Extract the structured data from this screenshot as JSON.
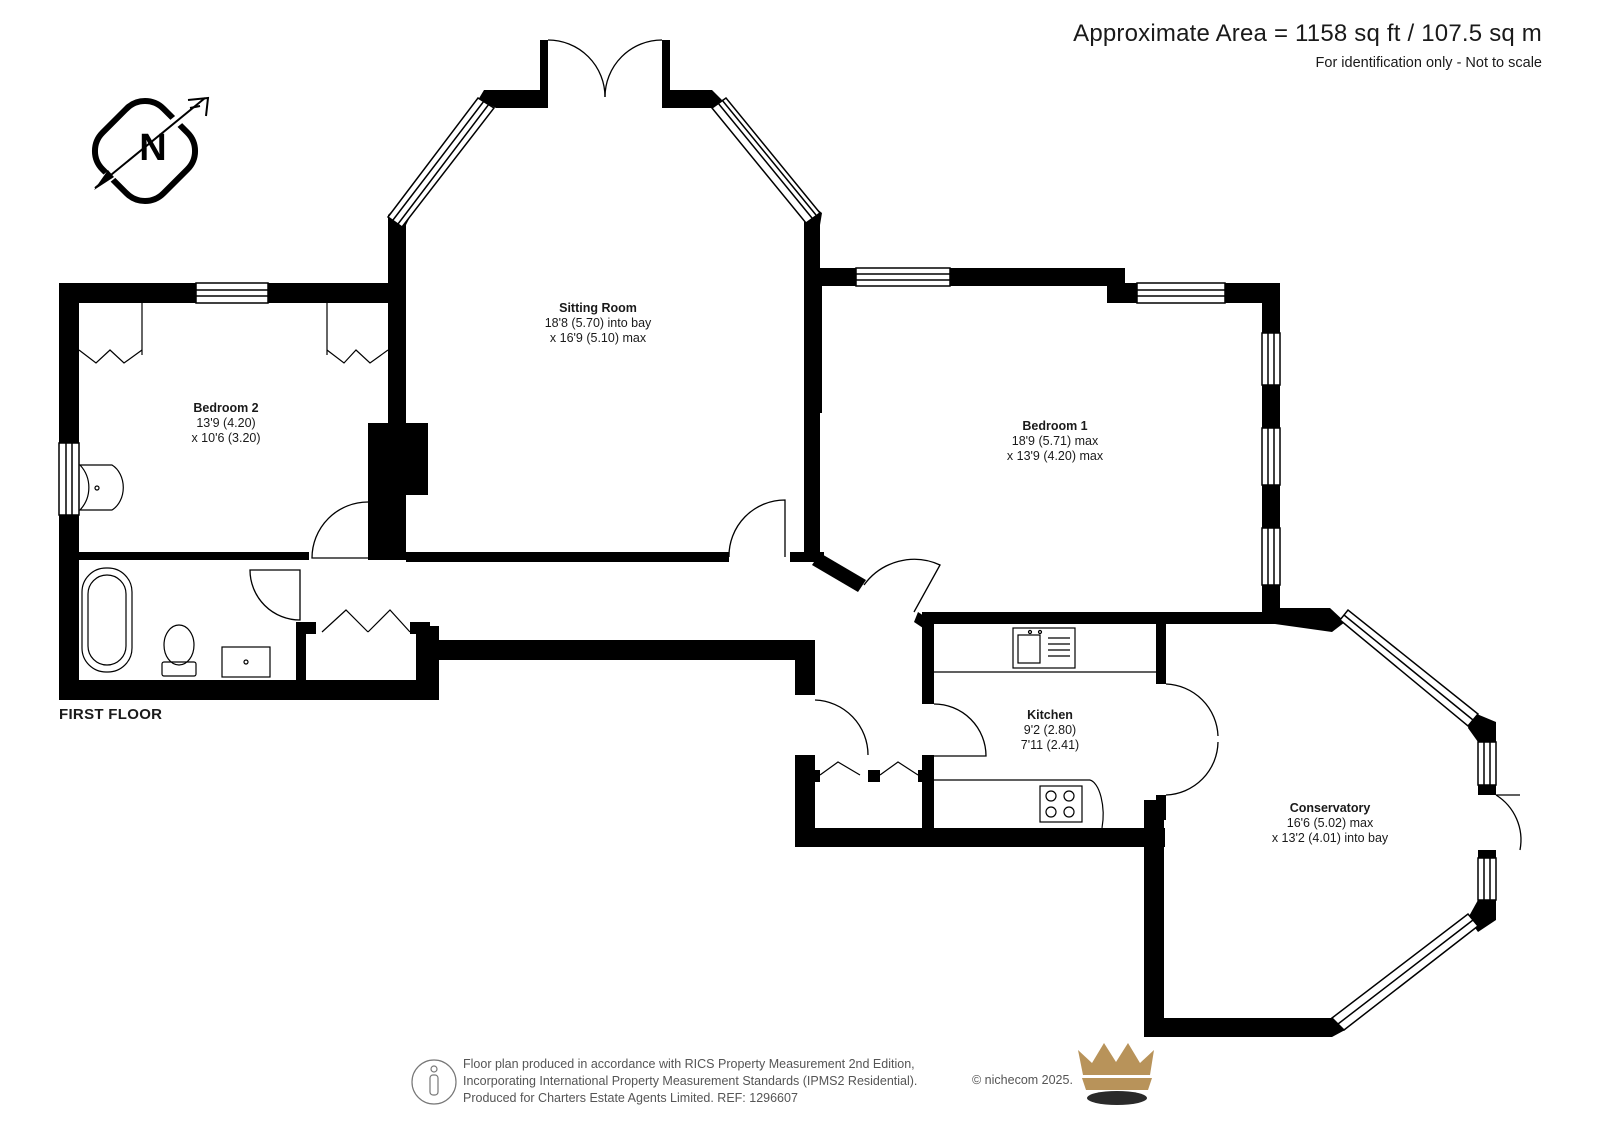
{
  "header": {
    "area": "Approximate Area = 1158 sq ft / 107.5 sq m",
    "note": "For identification only - Not to scale"
  },
  "compass": {
    "letter": "N",
    "icon": "north-arrow-icon"
  },
  "floor_label": "FIRST FLOOR",
  "rooms": {
    "sitting_room": {
      "name": "Sitting Room",
      "dim1": "18'8 (5.70) into bay",
      "dim2": "x 16'9 (5.10) max"
    },
    "bedroom_1": {
      "name": "Bedroom 1",
      "dim1": "18'9 (5.71) max",
      "dim2": "x 13'9 (4.20) max"
    },
    "bedroom_2": {
      "name": "Bedroom 2",
      "dim1": "13'9 (4.20)",
      "dim2": "x 10'6 (3.20)"
    },
    "kitchen": {
      "name": "Kitchen",
      "dim1": "9'2 (2.80)",
      "dim2": "7'11 (2.41)"
    },
    "conservatory": {
      "name": "Conservatory",
      "dim1": "16'6 (5.02) max",
      "dim2": "x 13'2 (4.01) into bay"
    }
  },
  "footer": {
    "line1": "Floor plan produced in accordance with RICS Property Measurement 2nd Edition,",
    "line2": "Incorporating International Property Measurement Standards (IPMS2 Residential).",
    "line3": "Produced for Charters Estate Agents Limited.   REF: 1296607",
    "copyright": "© nichecom 2025.",
    "logo_icon": "crown-logo-icon"
  },
  "colors": {
    "wall": "#000000",
    "logo_gold": "#b8935a",
    "logo_dark": "#2a2a2a",
    "footer_text": "#555555"
  }
}
